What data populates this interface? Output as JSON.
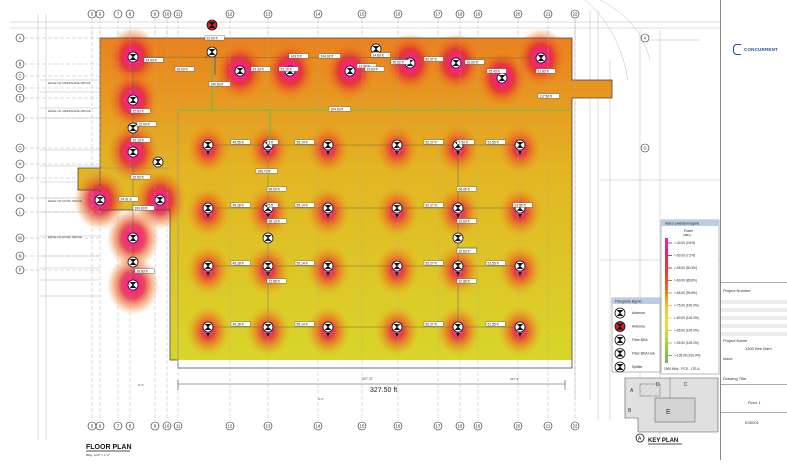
{
  "drawing": {
    "plan_title": "FLOOR PLAN",
    "plan_scale": "Bldg. 1/16\" = 1'-0\"",
    "key_plan_title": "KEY PLAN",
    "overall_dimension": "327.50 ft",
    "overall_dimension_sub": "327'-6\"",
    "sub_dim_right": "327'-6\"",
    "sub_dim_left": "6'-0\"",
    "sub_dim_mid": "3'-6\"",
    "grid_columns": [
      "5",
      "6",
      "7",
      "8",
      "9",
      "10",
      "11",
      "12",
      "13",
      "14",
      "15",
      "16",
      "17",
      "18",
      "19",
      "20",
      "21",
      "22"
    ],
    "grid_rows": [
      "A",
      "B",
      "C",
      "D",
      "E",
      "F",
      "G",
      "H",
      "J",
      "K",
      "L",
      "M",
      "N",
      "P"
    ],
    "key_plan_zones": [
      "A",
      "B",
      "C",
      "D",
      "E"
    ],
    "room_notes": [
      "EDGE OF MEZZANINE ABOVE",
      "EDGE OF MEZZANINE ABOVE",
      "EDGE OF ROOF ABOVE",
      "EDGE OF ROOF ABOVE"
    ],
    "heatmap_colors": {
      "peak": "#e01070",
      "hot": "#e8401a",
      "warm": "#f07a1e",
      "mild": "#e8c21a",
      "base": "#d6d22a"
    }
  },
  "distances": [
    "22.00 ft",
    "24.93 ft",
    "26.63 ft",
    "23.33 ft",
    "22.10 ft",
    "143.5 ft",
    "104.92 ft",
    "14.83 ft",
    "22.63 ft",
    "23.63 ft",
    "26.52 ft",
    "82.57 ft",
    "16.83 ft",
    "25.43 ft",
    "22.83 ft",
    "117.50 ft",
    "140.83 ft",
    "104.83 ft",
    "22.83 ft",
    "12.00 ft",
    "22.13 ft",
    "45.55 ft",
    "3 ft",
    "55.14 ft",
    "52.27 ft",
    "7.50 ft",
    "51.55 ft",
    "165.72 ft",
    "96.05 ft",
    "22.53 ft",
    "24.91 ft",
    "100.83 ft",
    "28.13 ft",
    "45.28 ft",
    "5 ft",
    "55.14 ft",
    "52.27 ft",
    "51.55 ft",
    "66.05 ft",
    "22.63 ft",
    "96.05 ft",
    "22.63 ft",
    "18.83 ft",
    "45.28 ft",
    "55.14 ft",
    "52.27 ft",
    "51.55 ft",
    "12.88 ft",
    "12.88 ft",
    "45.28 ft",
    "55.14 ft",
    "52.27 ft",
    "51.55 ft"
  ],
  "power_legend": {
    "title": "Indoor prediction legend",
    "heading": "Power",
    "unit": "(dBm)",
    "entries": [
      ">-40.00 (0.6%)",
      ">-50.00 (7.2%)",
      ">-55.00 (50.3%)",
      ">-60.00 (85.8%)",
      ">-65.00 (99.6%)",
      ">-75.00 (100.0%)",
      ">-80.00 (100.0%)",
      ">-85.00 (100.0%)",
      ">-95.00 (100.0%)",
      ">-105.00 (100.0%)"
    ],
    "footer": "1900 MHz - PCS - LTE-A",
    "colors": [
      "#e62aa0",
      "#e1266d",
      "#e53a2c",
      "#ec6a1f",
      "#f59a25",
      "#f4c531",
      "#eadf3c",
      "#c9db3d",
      "#9fcf46",
      "#6cbd54"
    ]
  },
  "pictogram_legend": {
    "title": "Pictograms legend",
    "items": [
      {
        "label": "Antenna",
        "icon": "antenna-icon"
      },
      {
        "label": "Antenna",
        "icon": "antenna-red-icon"
      },
      {
        "label": "Fiber BDA",
        "icon": "fiber-bda-icon"
      },
      {
        "label": "Fiber BDA Hub",
        "icon": "fiber-bda-hub-icon"
      },
      {
        "label": "Splitter",
        "icon": "splitter-icon"
      }
    ]
  },
  "title_block": {
    "company": "CONCURRENT",
    "field_project_number": "Project Number",
    "field_project_name": "Project Name",
    "project_name": "1300 Bee Barn",
    "field_issue": "Issue",
    "field_drawing_title": "Drawing Title",
    "drawing_title": "Floor 1",
    "sheet_number": "E00001"
  }
}
